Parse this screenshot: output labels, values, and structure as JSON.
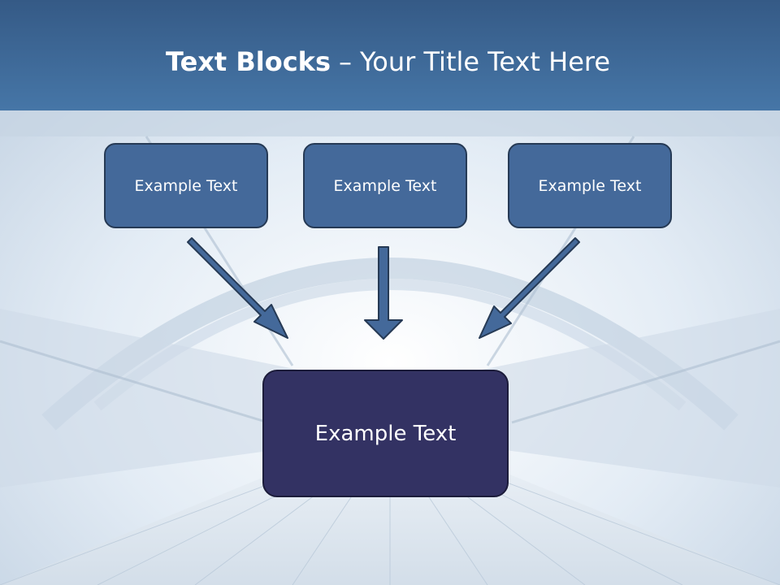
{
  "slide": {
    "title_bold": "Text Blocks",
    "title_dash": "–",
    "title_rest": "Your Title Text Here"
  },
  "blocks": {
    "top": [
      {
        "label": "Example Text"
      },
      {
        "label": "Example Text"
      },
      {
        "label": "Example Text"
      }
    ],
    "bottom": {
      "label": "Example Text"
    }
  },
  "colors": {
    "header": "#4676a7",
    "top_block": "#44699a",
    "bottom_block": "#333263",
    "arrow": "#44699a"
  }
}
